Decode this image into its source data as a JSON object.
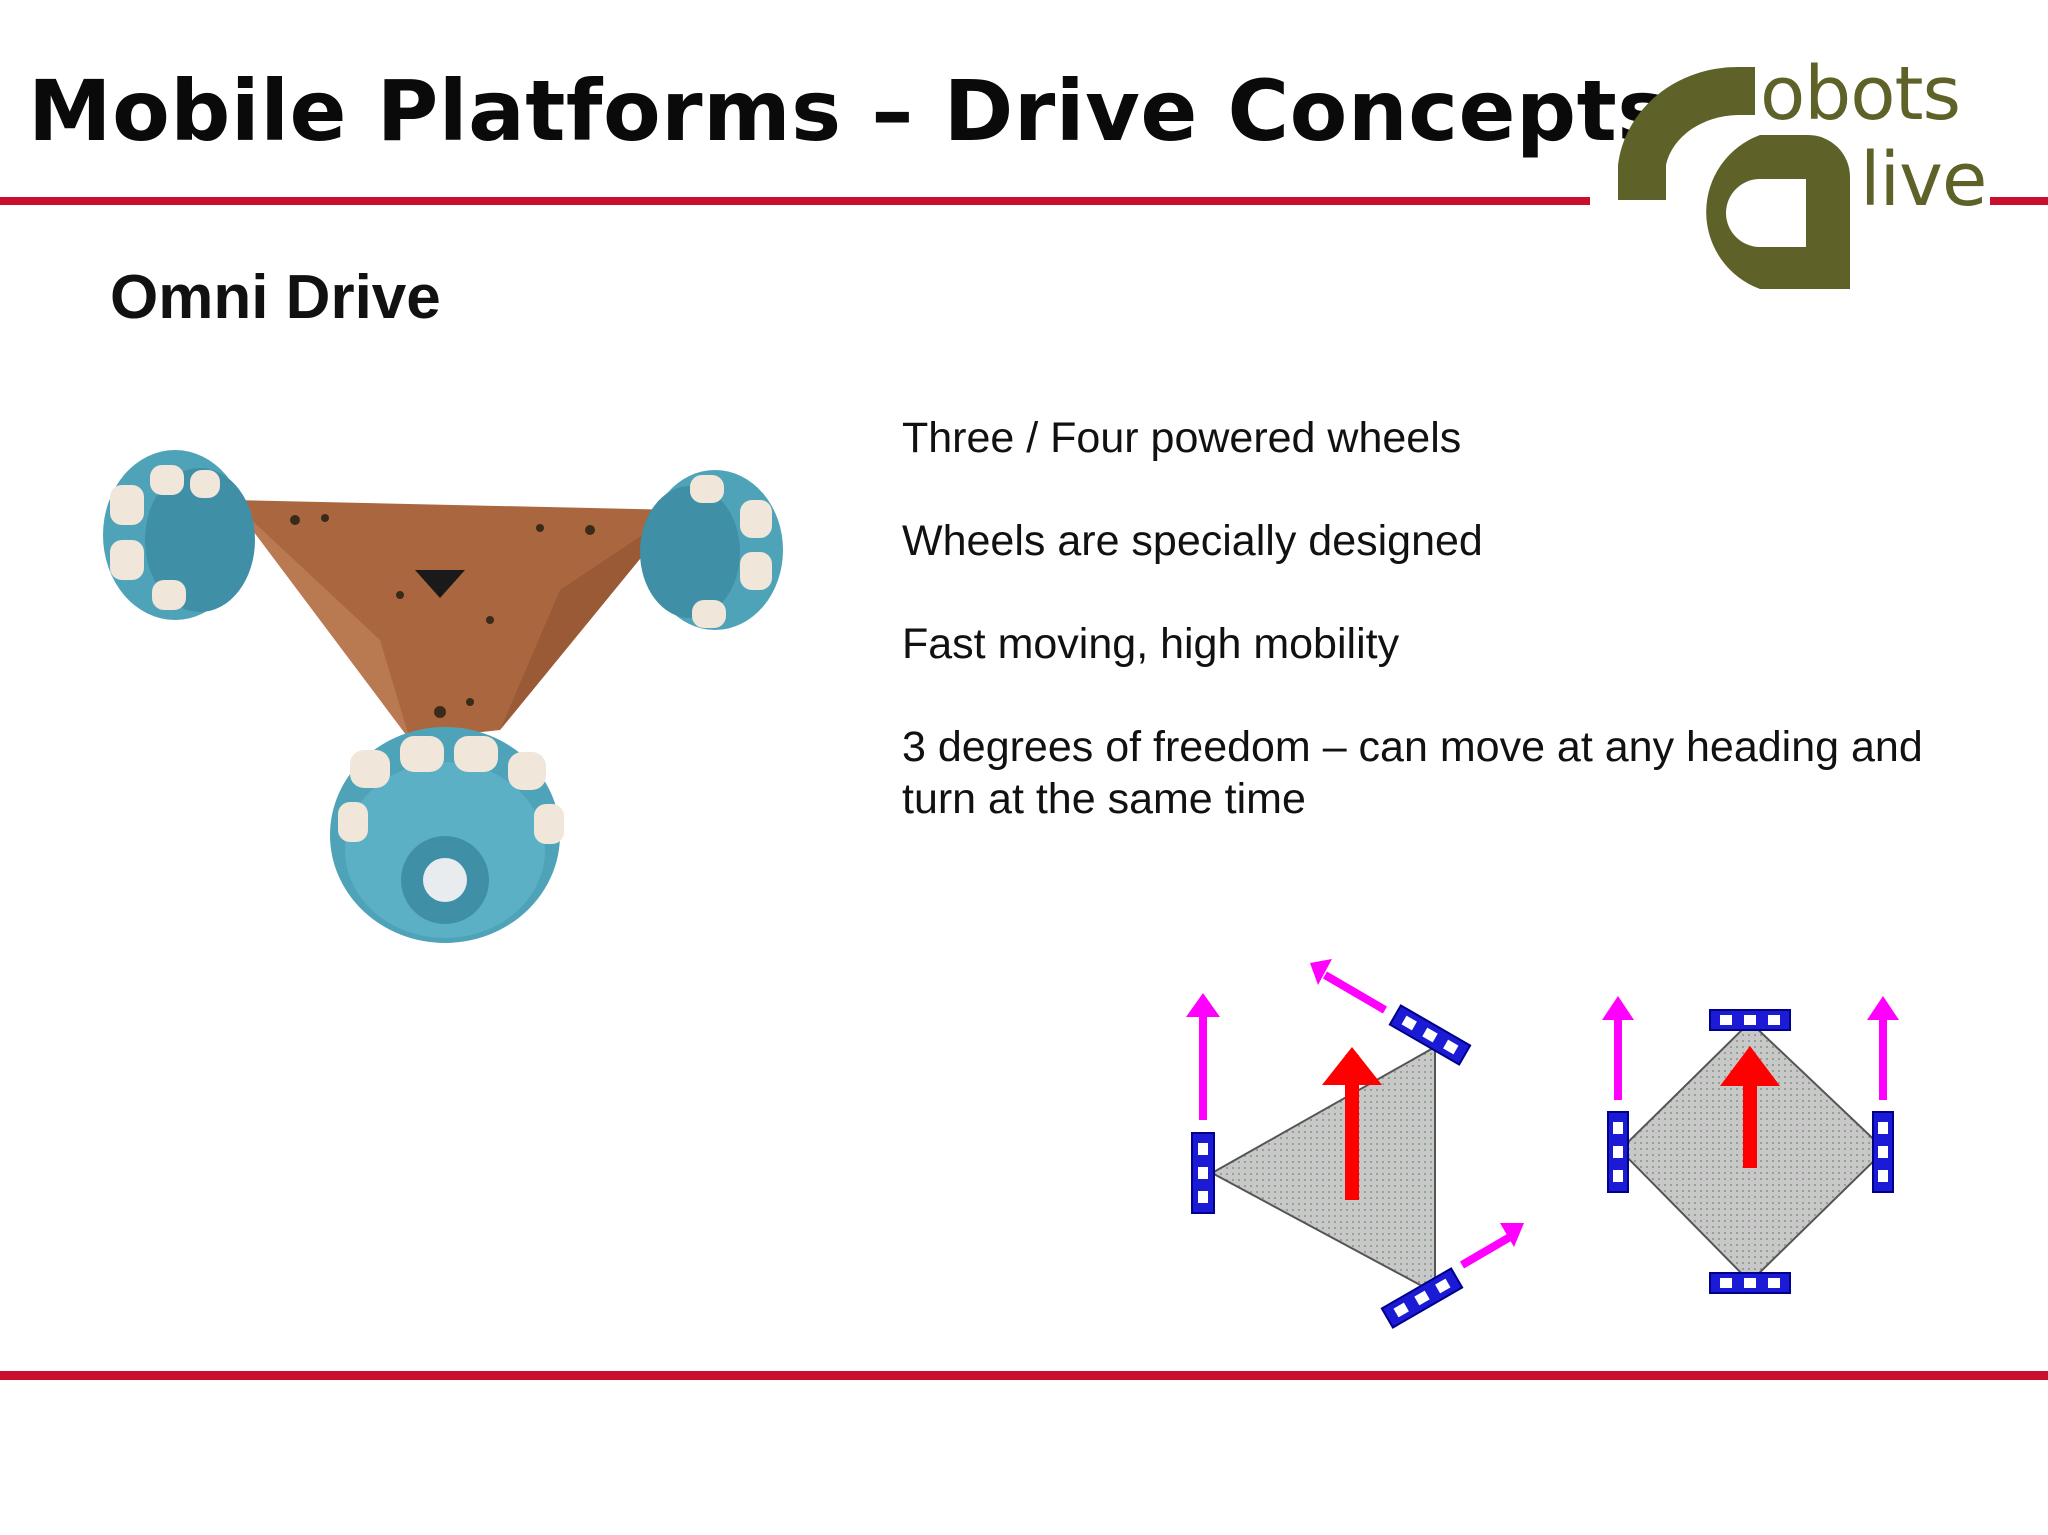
{
  "slide": {
    "title": "Mobile Platforms – Drive Concepts",
    "section": "Omni Drive"
  },
  "logo": {
    "line1": "obots",
    "line2": "live"
  },
  "bullets": [
    "Three / Four powered wheels",
    "Wheels are specially designed",
    "Fast moving, high mobility",
    "3 degrees of freedom – can move at any heading and turn at the same time"
  ],
  "colors": {
    "accent_rule": "#c8102e",
    "logo": "#5f6228",
    "wheel_force_arrow": "#ff00ff",
    "motion_arrow": "#ff0000",
    "wheel": "#0000cc",
    "chassis": "#c8c8c8"
  },
  "images": {
    "photo": "three-wheel-omni-robot-photo",
    "diagram_three_wheel": "three-wheel-omni-diagram",
    "diagram_four_wheel": "four-wheel-omni-diagram"
  }
}
